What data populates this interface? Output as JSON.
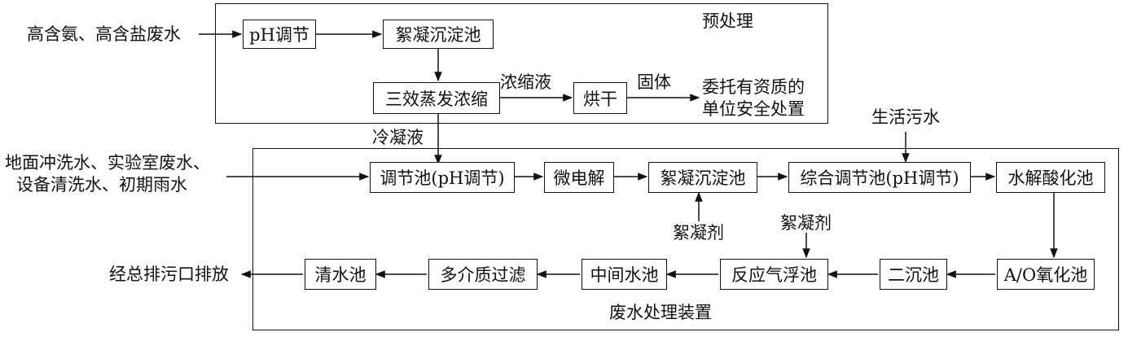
{
  "pretreatment": {
    "title": "预处理",
    "input": "高含氨、高含盐废水",
    "ph": "pH调节",
    "floc": "絮凝沉淀池",
    "evap": "三效蒸发浓缩",
    "conc": "浓缩液",
    "dry": "烘干",
    "solid": "固体",
    "disposal1": "委托有资质的",
    "disposal2": "单位安全处置",
    "condensate": "冷凝液"
  },
  "plant": {
    "title": "废水处理装置",
    "input1": "地面冲洗水、实验室废水、",
    "input2": "设备清洗水、初期雨水",
    "domestic": "生活污水",
    "reg": "调节池(pH调节)",
    "micro": "微电解",
    "floc": "絮凝沉淀池",
    "flocculant1": "絮凝剂",
    "flocculant2": "絮凝剂",
    "combo": "综合调节池(pH调节)",
    "hydro": "水解酸化池",
    "ao": "A/O氧化池",
    "sec": "二沉池",
    "flot": "反应气浮池",
    "mid": "中间水池",
    "multi": "多介质过滤",
    "clear": "清水池",
    "outlet": "经总排污口排放"
  }
}
